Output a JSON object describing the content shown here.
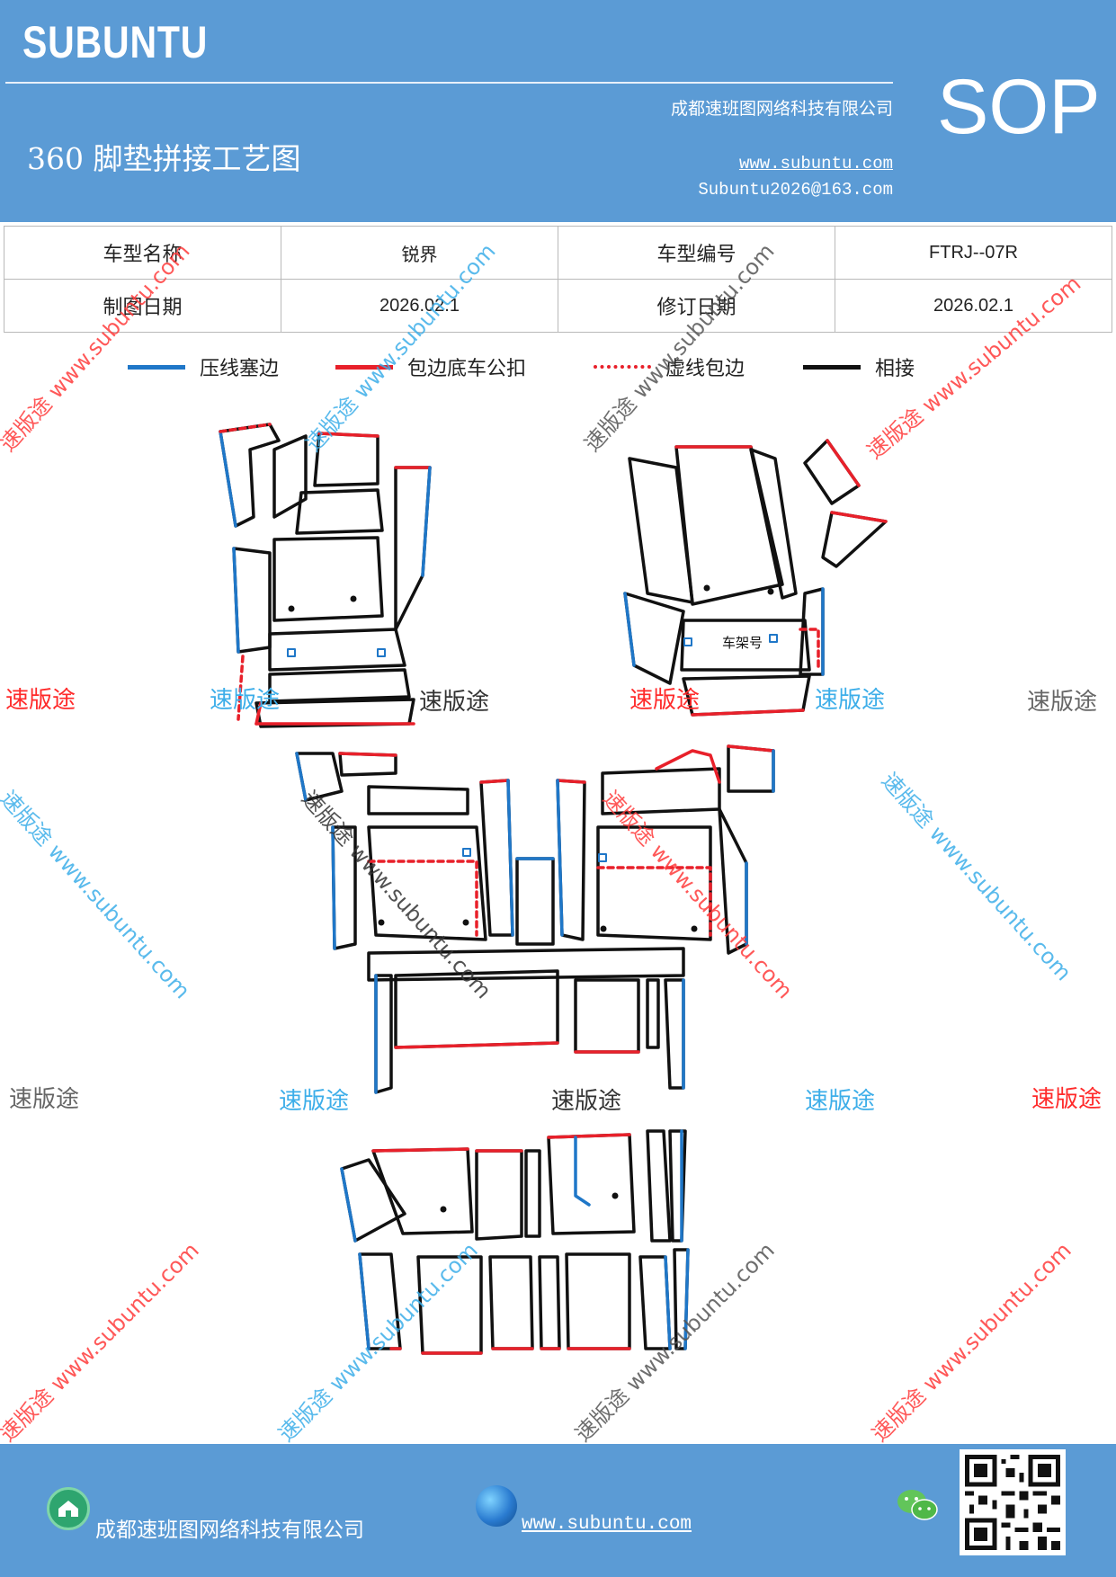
{
  "header": {
    "brand": "SUBUNTU",
    "company": "成都速班图网络科技有限公司",
    "title": "360 脚垫拼接工艺图",
    "website": "www.subuntu.com",
    "email": "Subuntu2026@163.com",
    "doc_type": "SOP"
  },
  "info_table": {
    "model_name_label": "车型名称",
    "model_name_value": "锐界",
    "model_code_label": "车型编号",
    "model_code_value": "FTRJ--07R",
    "draw_date_label": "制图日期",
    "draw_date_value": "2026.02.1",
    "revise_date_label": "修订日期",
    "revise_date_value": "2026.02.1"
  },
  "legend": [
    {
      "label": "压线塞边",
      "color": "#1f77c8",
      "style": "solid"
    },
    {
      "label": "包边底车公扣",
      "color": "#e8202a",
      "style": "solid"
    },
    {
      "label": "虚线包边",
      "color": "#e8202a",
      "style": "dotted"
    },
    {
      "label": "相接",
      "color": "#111111",
      "style": "solid"
    }
  ],
  "diagram": {
    "frame_label": "车架号",
    "watermark_brand": "速版途",
    "watermark_diag": "速版途 www.subuntu.com",
    "colors": {
      "blue": "#1f77c8",
      "red": "#e8202a",
      "black": "#111111",
      "wm_red": "#ff2a2a",
      "wm_blue": "#3daee9",
      "wm_gray": "#666666"
    }
  },
  "footer": {
    "company": "成都速班图网络科技有限公司",
    "website": "www.subuntu.com",
    "icons": [
      "home-icon",
      "globe-icon",
      "wechat-icon",
      "qr-code"
    ]
  }
}
